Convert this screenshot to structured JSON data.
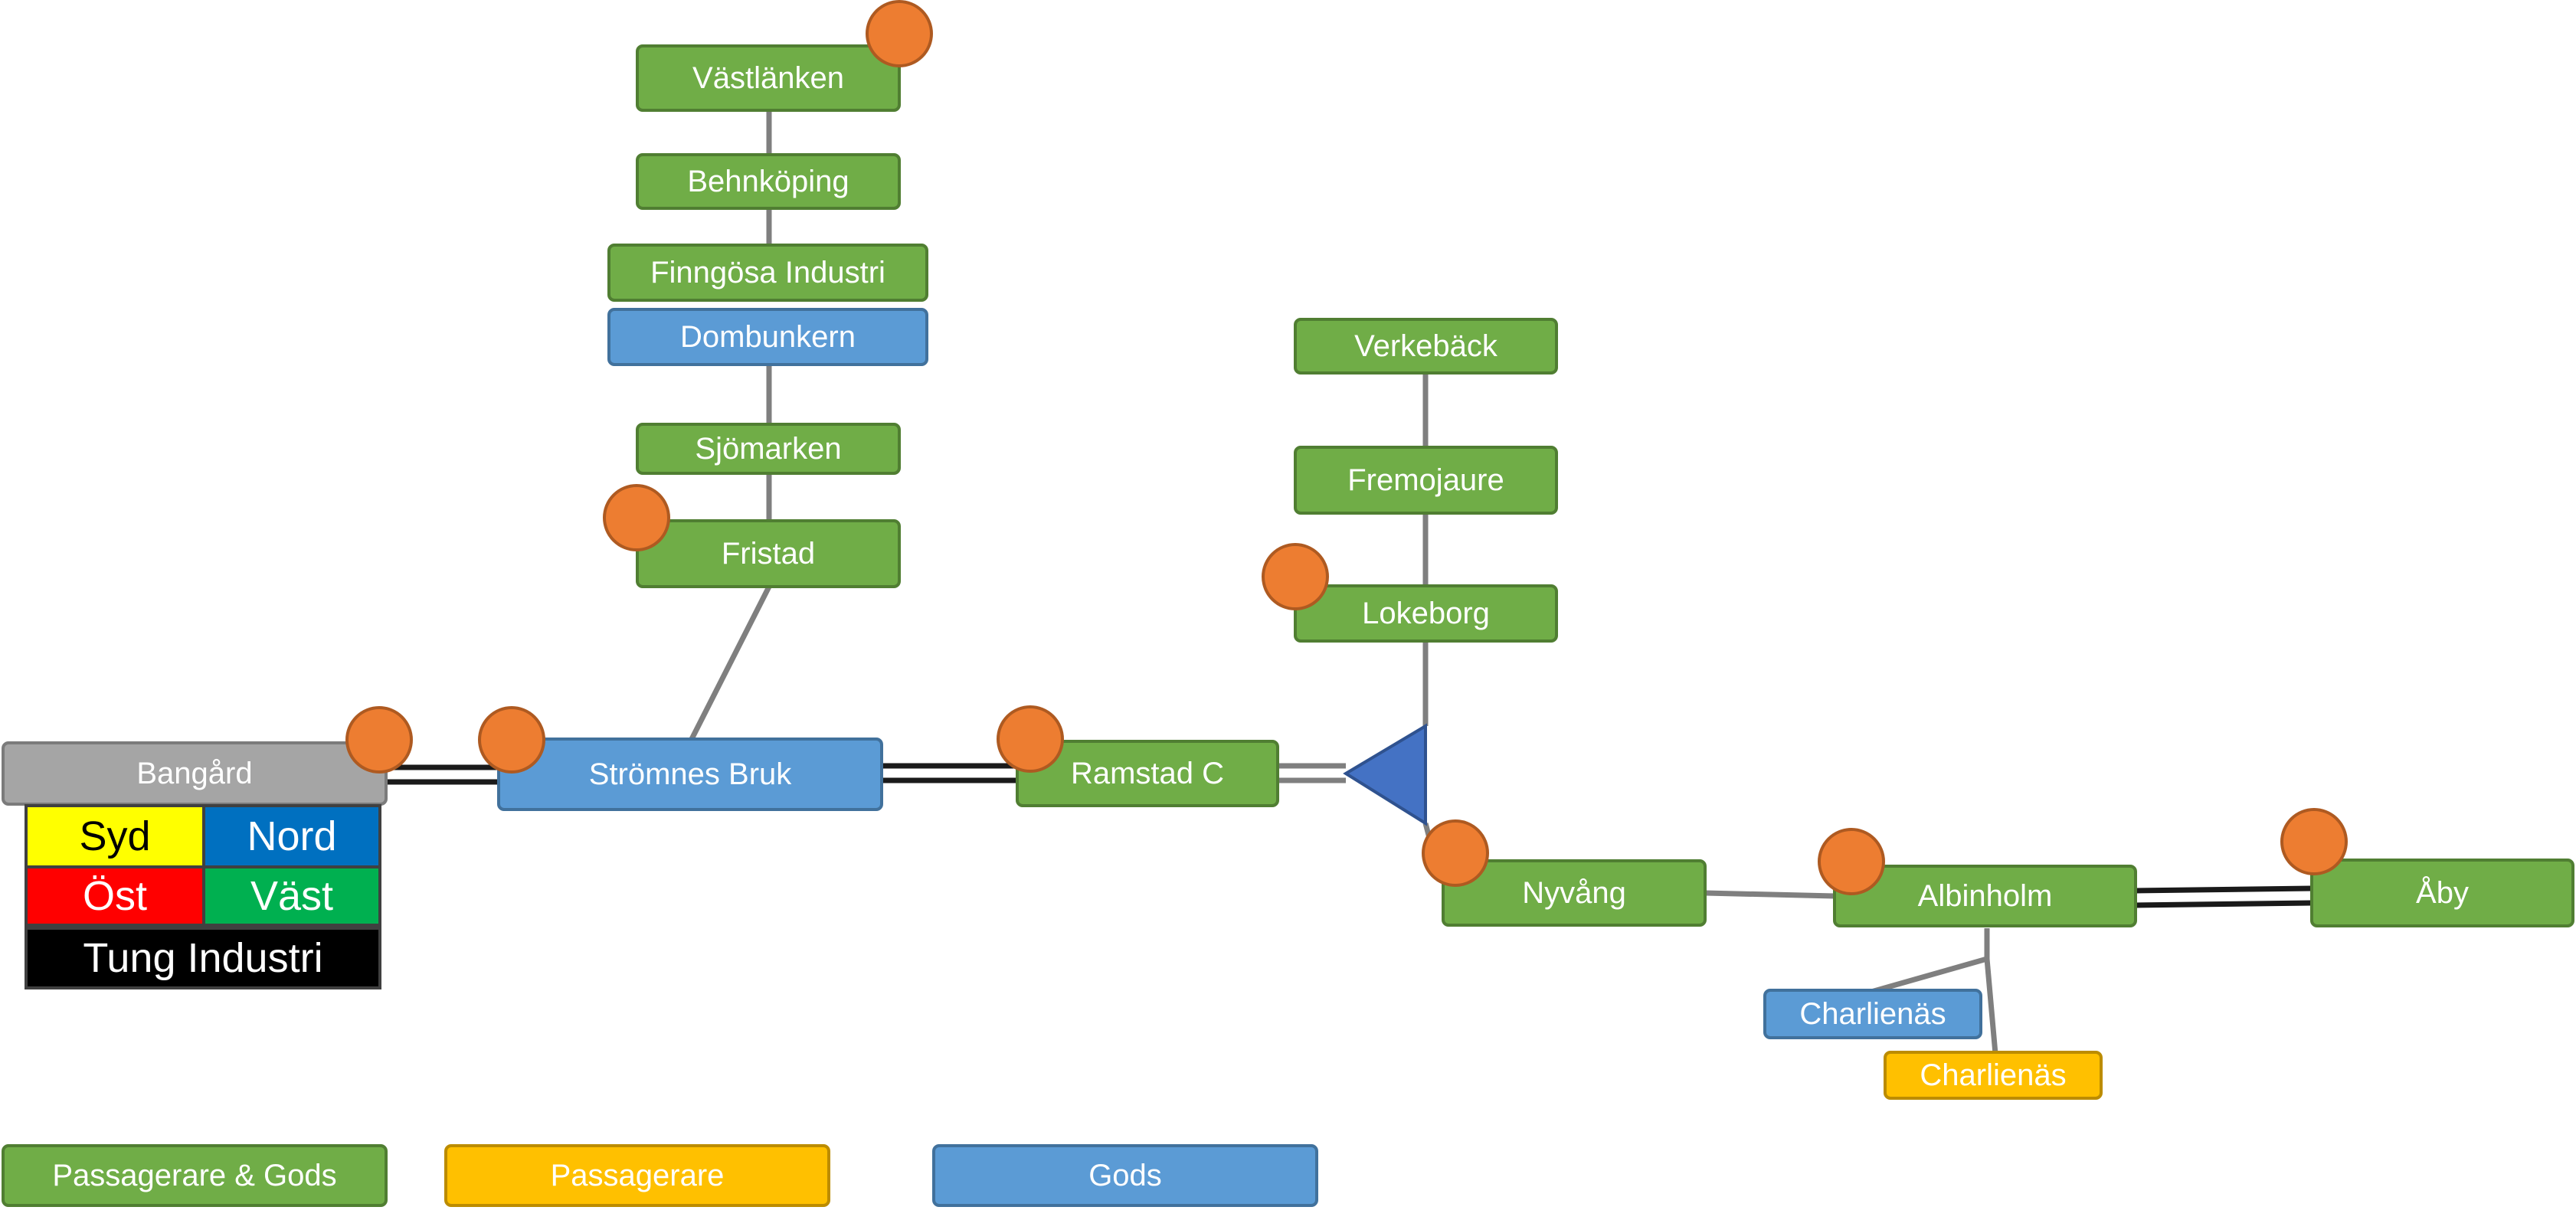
{
  "stations": {
    "vastlanken": "Västlänken",
    "behnkoping": "Behnköping",
    "finngosa": "Finngösa Industri",
    "dombunkern": "Dombunkern",
    "sjomarken": "Sjömarken",
    "fristad": "Fristad",
    "bangard": "Bangård",
    "stromnes": "Strömnes Bruk",
    "ramstad": "Ramstad C",
    "verkeback": "Verkebäck",
    "fremojaure": "Fremojaure",
    "lokeborg": "Lokeborg",
    "nyvang": "Nyvång",
    "albinholm": "Albinholm",
    "aby": "Åby",
    "charlienas_gods": "Charlienäs",
    "charlienas_pass": "Charlienäs"
  },
  "directions": {
    "syd": "Syd",
    "nord": "Nord",
    "ost": "Öst",
    "vast": "Väst",
    "tung": "Tung Industri"
  },
  "legend": {
    "pass_gods": "Passagerare & Gods",
    "pass": "Passagerare",
    "gods": "Gods"
  },
  "colors": {
    "pass_gods": "#70ad47",
    "pass": "#ffc000",
    "gods": "#5b9bd5",
    "yard": "#a5a5a5",
    "marker": "#ed7d31",
    "junction": "#4472c4",
    "syd": "#ffff00",
    "nord": "#0070c0",
    "ost": "#ff0000",
    "vast": "#00b050",
    "tung": "#000000"
  }
}
